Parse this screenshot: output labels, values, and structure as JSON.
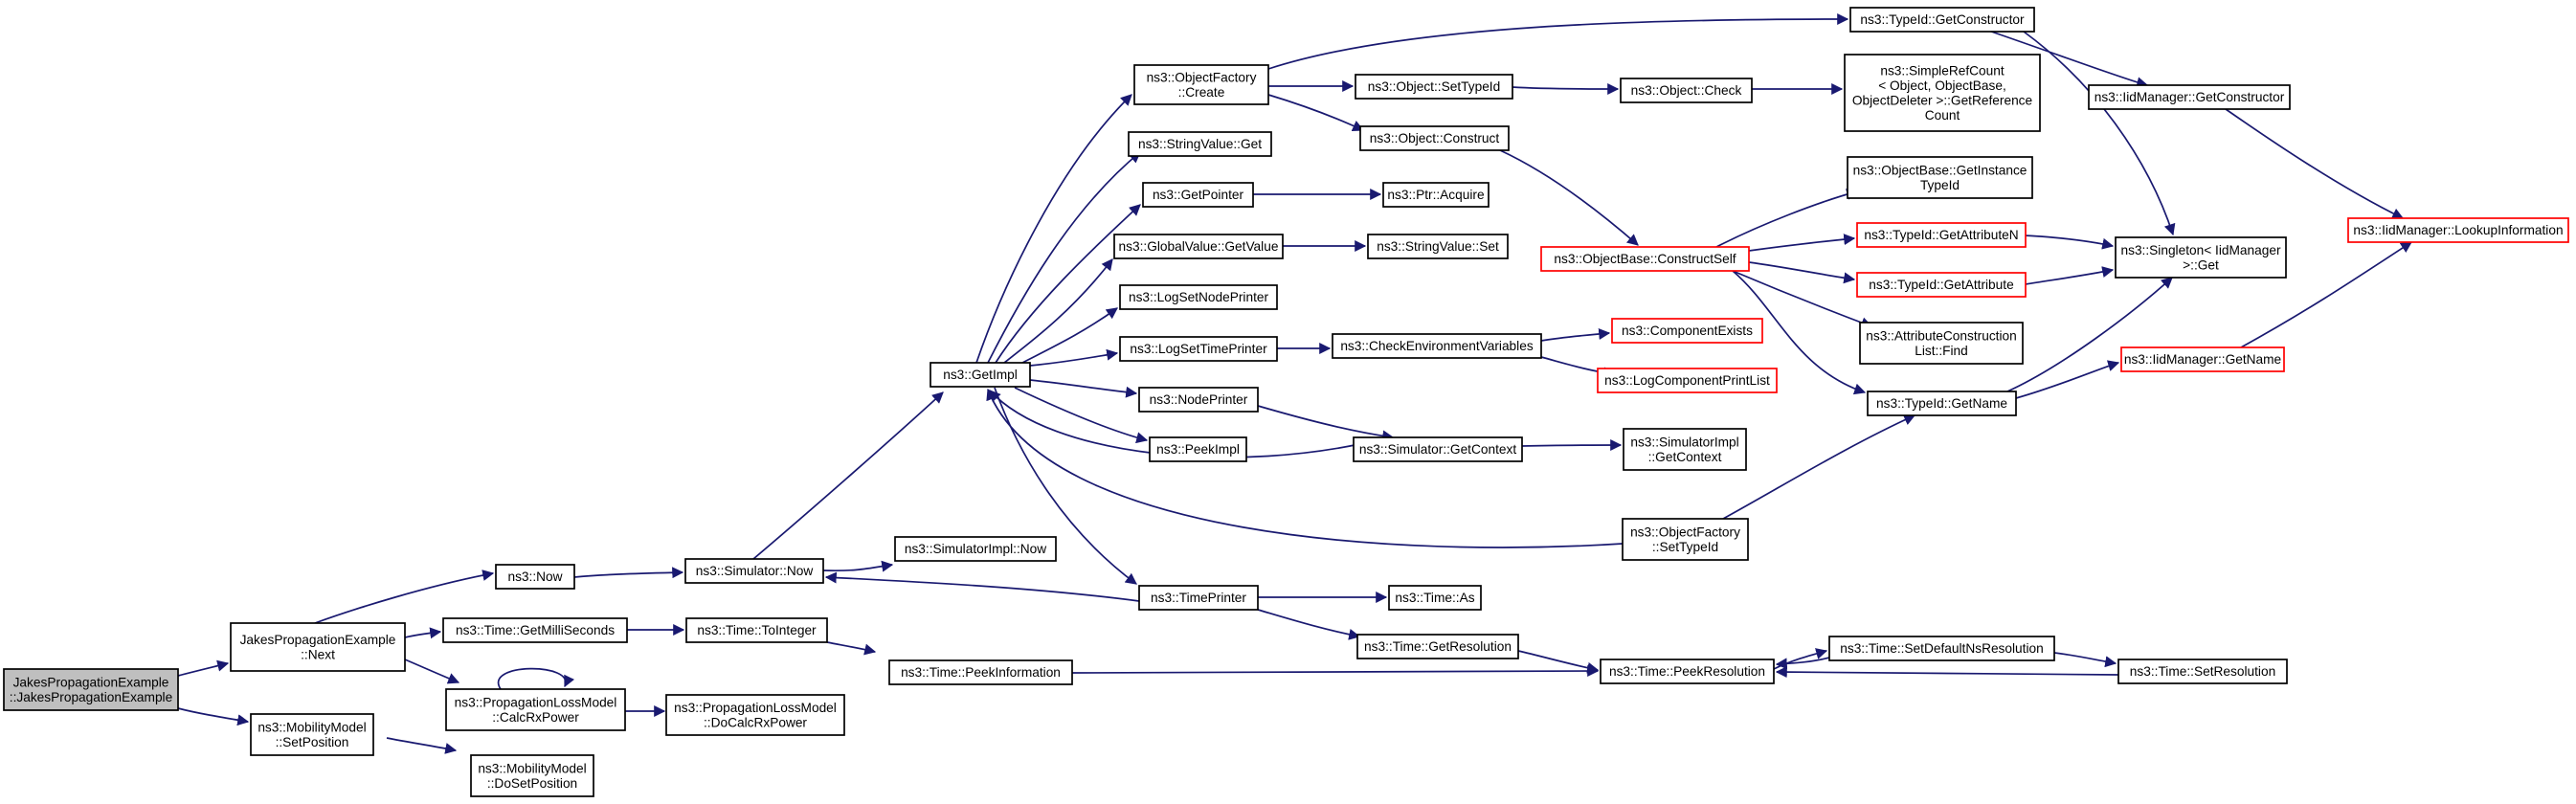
{
  "colors": {
    "edge": "#191970",
    "node_border": "#000000",
    "truncated_border": "#ff0000",
    "root_fill": "#bfbfbf",
    "node_fill": "#ffffff"
  },
  "nodes": [
    {
      "id": "jakes_ctor",
      "lines": [
        "JakesPropagationExample",
        "::JakesPropagationExample"
      ],
      "root": true
    },
    {
      "id": "jakes_next",
      "lines": [
        "JakesPropagationExample",
        "::Next"
      ]
    },
    {
      "id": "mobility_setpos",
      "lines": [
        "ns3::MobilityModel",
        "::SetPosition"
      ]
    },
    {
      "id": "now",
      "lines": [
        "ns3::Now"
      ]
    },
    {
      "id": "getms",
      "lines": [
        "ns3::Time::GetMilliSeconds"
      ]
    },
    {
      "id": "calcrx",
      "lines": [
        "ns3::PropagationLossModel",
        "::CalcRxPower"
      ]
    },
    {
      "id": "mobility_dosetpos",
      "lines": [
        "ns3::MobilityModel",
        "::DoSetPosition"
      ]
    },
    {
      "id": "sim_now",
      "lines": [
        "ns3::Simulator::Now"
      ]
    },
    {
      "id": "tointeger",
      "lines": [
        "ns3::Time::ToInteger"
      ]
    },
    {
      "id": "docalcrx",
      "lines": [
        "ns3::PropagationLossModel",
        "::DoCalcRxPower"
      ]
    },
    {
      "id": "getimpl",
      "lines": [
        "ns3::GetImpl"
      ]
    },
    {
      "id": "simimpl_now",
      "lines": [
        "ns3::SimulatorImpl::Now"
      ]
    },
    {
      "id": "peekinfo",
      "lines": [
        "ns3::Time::PeekInformation"
      ]
    },
    {
      "id": "objfactory_create",
      "lines": [
        "ns3::ObjectFactory",
        "::Create"
      ]
    },
    {
      "id": "stringvalue_get",
      "lines": [
        "ns3::StringValue::Get"
      ]
    },
    {
      "id": "getpointer",
      "lines": [
        "ns3::GetPointer"
      ]
    },
    {
      "id": "globalvalue_get",
      "lines": [
        "ns3::GlobalValue::GetValue"
      ]
    },
    {
      "id": "lognodeprinter",
      "lines": [
        "ns3::LogSetNodePrinter"
      ]
    },
    {
      "id": "logtimeprinter",
      "lines": [
        "ns3::LogSetTimePrinter"
      ]
    },
    {
      "id": "nodeprinter",
      "lines": [
        "ns3::NodePrinter"
      ]
    },
    {
      "id": "peekimpl",
      "lines": [
        "ns3::PeekImpl"
      ]
    },
    {
      "id": "timeprinter",
      "lines": [
        "ns3::TimePrinter"
      ]
    },
    {
      "id": "object_settypeid",
      "lines": [
        "ns3::Object::SetTypeId"
      ]
    },
    {
      "id": "object_construct",
      "lines": [
        "ns3::Object::Construct"
      ]
    },
    {
      "id": "ptr_acquire",
      "lines": [
        "ns3::Ptr::Acquire"
      ]
    },
    {
      "id": "stringvalue_set",
      "lines": [
        "ns3::StringValue::Set"
      ]
    },
    {
      "id": "checkenv",
      "lines": [
        "ns3::CheckEnvironmentVariables"
      ]
    },
    {
      "id": "sim_getcontext",
      "lines": [
        "ns3::Simulator::GetContext"
      ]
    },
    {
      "id": "objfactory_settypeid",
      "lines": [
        "ns3::ObjectFactory",
        "::SetTypeId"
      ]
    },
    {
      "id": "time_as",
      "lines": [
        "ns3::Time::As"
      ]
    },
    {
      "id": "time_getres",
      "lines": [
        "ns3::Time::GetResolution"
      ]
    },
    {
      "id": "typeid_getctor",
      "lines": [
        "ns3::TypeId::GetConstructor"
      ]
    },
    {
      "id": "object_check",
      "lines": [
        "ns3::Object::Check"
      ]
    },
    {
      "id": "objbase_constructself",
      "lines": [
        "ns3::ObjectBase::ConstructSelf"
      ],
      "truncated": true
    },
    {
      "id": "componentexists",
      "lines": [
        "ns3::ComponentExists"
      ],
      "truncated": true
    },
    {
      "id": "logcomponentprint",
      "lines": [
        "ns3::LogComponentPrintList"
      ],
      "truncated": true
    },
    {
      "id": "simimpl_getcontext",
      "lines": [
        "ns3::SimulatorImpl",
        "::GetContext"
      ]
    },
    {
      "id": "peekres",
      "lines": [
        "ns3::Time::PeekResolution"
      ]
    },
    {
      "id": "simplerefcount",
      "lines": [
        "ns3::SimpleRefCount",
        "< Object, ObjectBase,",
        "ObjectDeleter >::GetReference",
        "Count"
      ]
    },
    {
      "id": "objbase_getinstance",
      "lines": [
        "ns3::ObjectBase::GetInstance",
        "TypeId"
      ]
    },
    {
      "id": "typeid_getattrn",
      "lines": [
        "ns3::TypeId::GetAttributeN"
      ],
      "truncated": true
    },
    {
      "id": "typeid_getattr",
      "lines": [
        "ns3::TypeId::GetAttribute"
      ],
      "truncated": true
    },
    {
      "id": "attrconstruction_find",
      "lines": [
        "ns3::AttributeConstruction",
        "List::Find"
      ]
    },
    {
      "id": "typeid_getname",
      "lines": [
        "ns3::TypeId::GetName"
      ]
    },
    {
      "id": "setdefaultns",
      "lines": [
        "ns3::Time::SetDefaultNsResolution"
      ]
    },
    {
      "id": "iidmanager_getctor",
      "lines": [
        "ns3::IidManager::GetConstructor"
      ]
    },
    {
      "id": "singleton_get",
      "lines": [
        "ns3::Singleton< IidManager",
        ">::Get"
      ]
    },
    {
      "id": "iidmanager_getname",
      "lines": [
        "ns3::IidManager::GetName"
      ],
      "truncated": true
    },
    {
      "id": "time_setres",
      "lines": [
        "ns3::Time::SetResolution"
      ]
    },
    {
      "id": "iidmanager_lookup",
      "lines": [
        "ns3::IidManager::LookupInformation"
      ],
      "truncated": true
    }
  ]
}
